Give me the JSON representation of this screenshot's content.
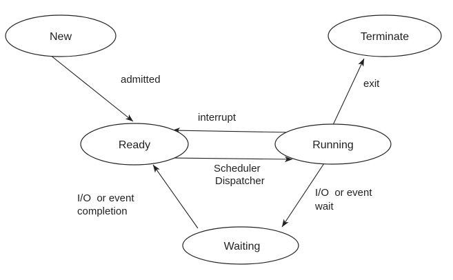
{
  "colors": {
    "background": "#ffffff",
    "stroke": "#222222",
    "text": "#1f1f1f"
  },
  "states": [
    {
      "id": "new",
      "label": "New"
    },
    {
      "id": "terminate",
      "label": "Terminate"
    },
    {
      "id": "ready",
      "label": "Ready"
    },
    {
      "id": "running",
      "label": "Running"
    },
    {
      "id": "waiting",
      "label": "Waiting"
    }
  ],
  "transitions": [
    {
      "from": "New",
      "to": "Ready",
      "label": "admitted"
    },
    {
      "from": "Running",
      "to": "Terminate",
      "label": "exit"
    },
    {
      "from": "Running",
      "to": "Ready",
      "label": "interrupt"
    },
    {
      "from": "Ready",
      "to": "Running",
      "label_lines": [
        "Scheduler",
        "Dispatcher"
      ]
    },
    {
      "from": "Running",
      "to": "Waiting",
      "label_lines": [
        "I/O  or event",
        "wait"
      ]
    },
    {
      "from": "Waiting",
      "to": "Ready",
      "label_lines": [
        "I/O  or event",
        "completion"
      ]
    }
  ]
}
